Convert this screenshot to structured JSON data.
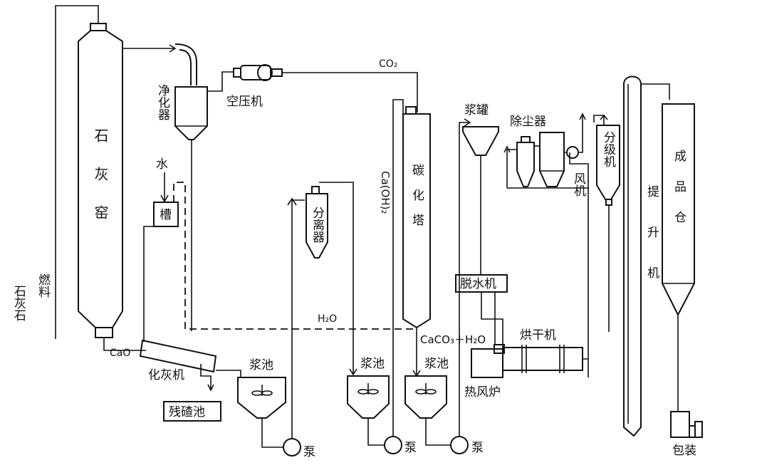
{
  "labels": {
    "limestone": "石灰石",
    "fuel": "燃料",
    "kiln": "石灰窑",
    "purifier": "净化器",
    "compressor": "空压机",
    "co2": "CO₂",
    "water": "水",
    "tank": "槽",
    "separator": "分离器",
    "caoh2": "Ca(OH)₂",
    "carbonation": "碳化塔",
    "slurry_tank": "浆罐",
    "dust_collector": "除尘器",
    "fan": "风机",
    "classifier": "分级机",
    "elevator": "提升机",
    "product_silo": "成品仓",
    "dewatering": "脱水机",
    "h2o": "H₂O",
    "cao": "CaO",
    "slaker": "化灰机",
    "residue": "残碴池",
    "slurry_pool_1": "浆池",
    "slurry_pool_2": "浆池",
    "slurry_pool_3": "浆池",
    "pump_1": "泵",
    "pump_2": "泵",
    "pump_3": "泵",
    "caco3": "CaCO₃＋H₂O",
    "dryer": "烘干机",
    "hot_air_furnace": "热风炉",
    "packaging": "包装"
  }
}
